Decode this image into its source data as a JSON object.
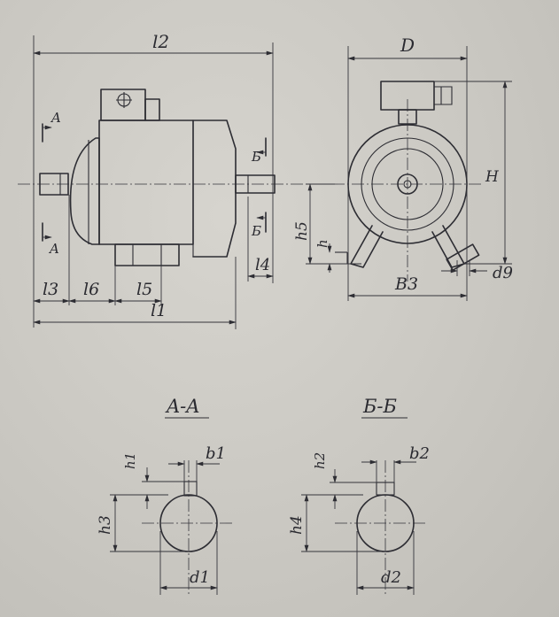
{
  "views": {
    "side": {
      "section_a_label": "A",
      "section_b_label": "Б",
      "dims": {
        "l1": "l1",
        "l2": "l2",
        "l3": "l3",
        "l4": "l4",
        "l5": "l5",
        "l6": "l6"
      }
    },
    "end": {
      "dims": {
        "D": "D",
        "H": "H",
        "h": "h",
        "h5": "h5",
        "b3": "B3",
        "d9": "d9"
      }
    }
  },
  "sections": {
    "a": {
      "title": "A-A",
      "dims": {
        "h1": "h1",
        "h3": "h3",
        "b1": "b1",
        "d1": "d1"
      }
    },
    "b": {
      "title": "Б-Б",
      "dims": {
        "h2": "h2",
        "h4": "h4",
        "b2": "b2",
        "d2": "d2"
      }
    }
  },
  "colors": {
    "paper": "#c9c7c1",
    "ink": "#2d2d33"
  }
}
